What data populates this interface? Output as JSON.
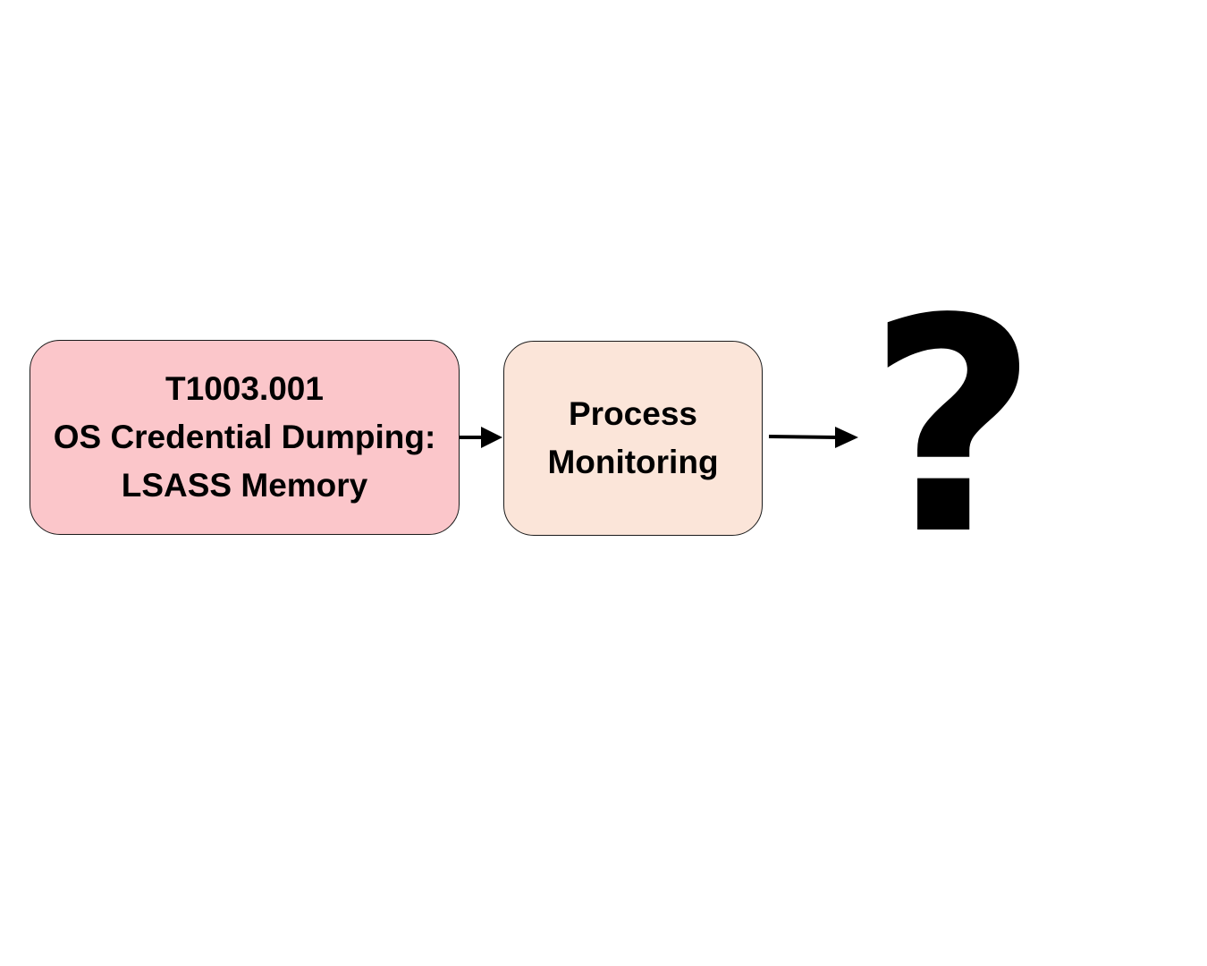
{
  "colors": {
    "technique_fill": "#fbc6ca",
    "data_source_fill": "#fbe5d9",
    "stroke": "#1a1a1a",
    "text": "#000000"
  },
  "technique_box": {
    "lines": [
      "T1003.001",
      "OS Credential Dumping:",
      "LSASS Memory"
    ]
  },
  "data_source_box": {
    "lines": [
      "Process",
      "Monitoring"
    ]
  },
  "unknown_node": {
    "symbol": "?"
  },
  "connectors": [
    {
      "from": "technique_box",
      "to": "data_source_box"
    },
    {
      "from": "data_source_box",
      "to": "unknown_node"
    }
  ]
}
